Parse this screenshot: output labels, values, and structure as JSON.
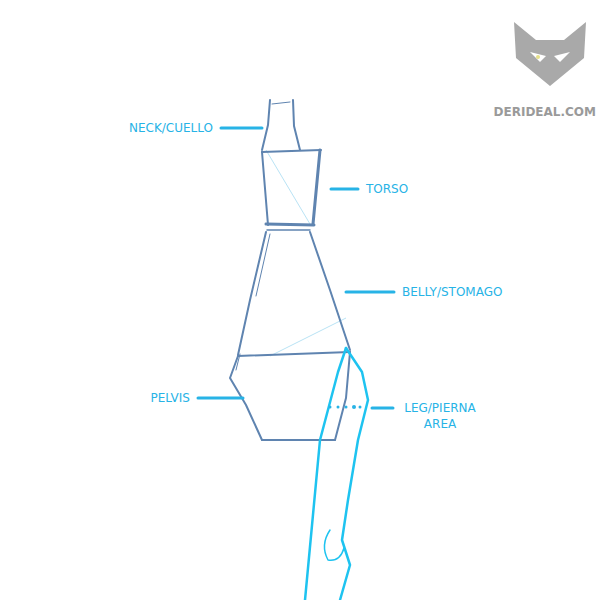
{
  "diagram": {
    "labels": [
      "NECK/CUELLO",
      "TORSO",
      "BELLY/STOMAGO",
      "PELVIS",
      "LEG/PIERNA AREA",
      "DERIDEAL.COM"
    ]
  }
}
